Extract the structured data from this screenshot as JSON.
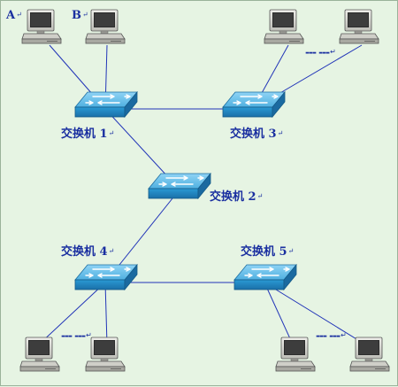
{
  "paragraph_mark": "↵",
  "colors": {
    "background": "#e6f4e3",
    "link": "#2235b8",
    "label": "#1a2fa0",
    "switch": "#2a8fc8"
  },
  "switches": [
    {
      "id": "sw1",
      "label": "交换机 1",
      "icon": "network-switch-icon"
    },
    {
      "id": "sw2",
      "label": "交换机 2",
      "icon": "network-switch-icon"
    },
    {
      "id": "sw3",
      "label": "交换机 3",
      "icon": "network-switch-icon"
    },
    {
      "id": "sw4",
      "label": "交换机 4",
      "icon": "network-switch-icon"
    },
    {
      "id": "sw5",
      "label": "交换机 5",
      "icon": "network-switch-icon"
    }
  ],
  "computers": [
    {
      "id": "pcA",
      "label": "A",
      "icon": "desktop-computer-icon"
    },
    {
      "id": "pcB",
      "label": "B",
      "icon": "desktop-computer-icon"
    },
    {
      "id": "pc3a",
      "label": "",
      "icon": "desktop-computer-icon"
    },
    {
      "id": "pc3b",
      "label": "",
      "icon": "desktop-computer-icon"
    },
    {
      "id": "pc4a",
      "label": "",
      "icon": "desktop-computer-icon"
    },
    {
      "id": "pc4b",
      "label": "",
      "icon": "desktop-computer-icon"
    },
    {
      "id": "pc5a",
      "label": "",
      "icon": "desktop-computer-icon"
    },
    {
      "id": "pc5b",
      "label": "",
      "icon": "desktop-computer-icon"
    }
  ],
  "ellipsis": "--- ---",
  "links": [
    [
      "pcA",
      "sw1"
    ],
    [
      "pcB",
      "sw1"
    ],
    [
      "sw1",
      "sw3"
    ],
    [
      "pc3a",
      "sw3"
    ],
    [
      "pc3b",
      "sw3"
    ],
    [
      "sw1",
      "sw2"
    ],
    [
      "sw2",
      "sw4"
    ],
    [
      "sw4",
      "sw5"
    ],
    [
      "sw4",
      "pc4a"
    ],
    [
      "sw4",
      "pc4b"
    ],
    [
      "sw5",
      "pc5a"
    ],
    [
      "sw5",
      "pc5b"
    ]
  ]
}
